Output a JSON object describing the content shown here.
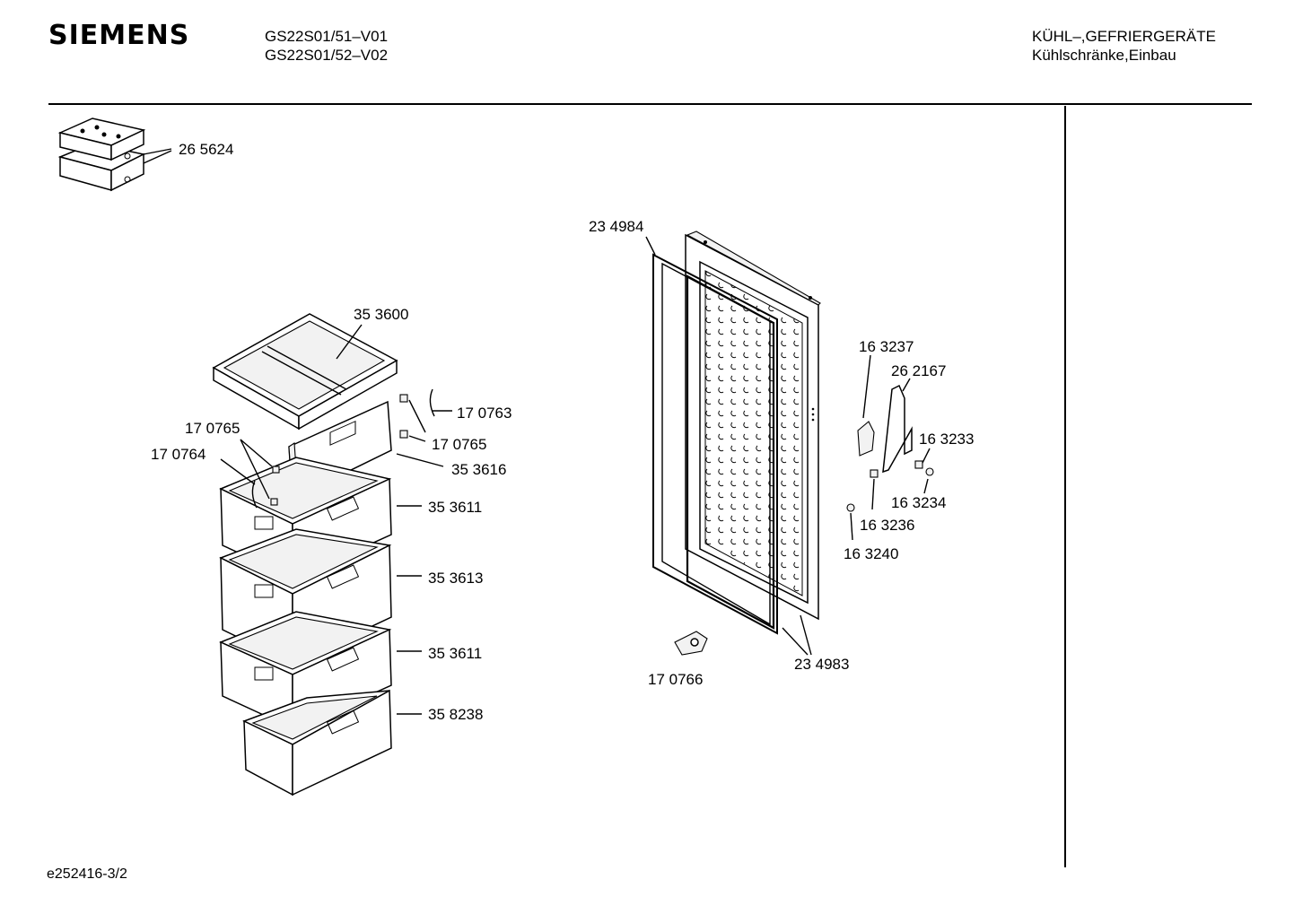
{
  "header": {
    "brand": "SIEMENS",
    "models": [
      "GS22S01/51–V01",
      "GS22S01/52–V02"
    ],
    "category": [
      "KÜHL–,GEFRIERGERÄTE",
      "Kühlschränke,Einbau"
    ]
  },
  "footer": {
    "doc_id": "e252416-3/2"
  },
  "parts": [
    {
      "id": "p265624",
      "number": "26 5624"
    },
    {
      "id": "p353600",
      "number": "35 3600"
    },
    {
      "id": "p170763",
      "number": "17 0763"
    },
    {
      "id": "p170765a",
      "number": "17 0765"
    },
    {
      "id": "p170765b",
      "number": "17 0765"
    },
    {
      "id": "p170764",
      "number": "17 0764"
    },
    {
      "id": "p353616",
      "number": "35 3616"
    },
    {
      "id": "p353611a",
      "number": "35 3611"
    },
    {
      "id": "p353613",
      "number": "35 3613"
    },
    {
      "id": "p353611b",
      "number": "35 3611"
    },
    {
      "id": "p358238",
      "number": "35 8238"
    },
    {
      "id": "p234984",
      "number": "23 4984"
    },
    {
      "id": "p234983",
      "number": "23 4983"
    },
    {
      "id": "p170766",
      "number": "17 0766"
    },
    {
      "id": "p163237",
      "number": "16 3237"
    },
    {
      "id": "p262167",
      "number": "26 2167"
    },
    {
      "id": "p163233",
      "number": "16 3233"
    },
    {
      "id": "p163234",
      "number": "16 3234"
    },
    {
      "id": "p163236",
      "number": "16 3236"
    },
    {
      "id": "p163240",
      "number": "16 3240"
    }
  ]
}
